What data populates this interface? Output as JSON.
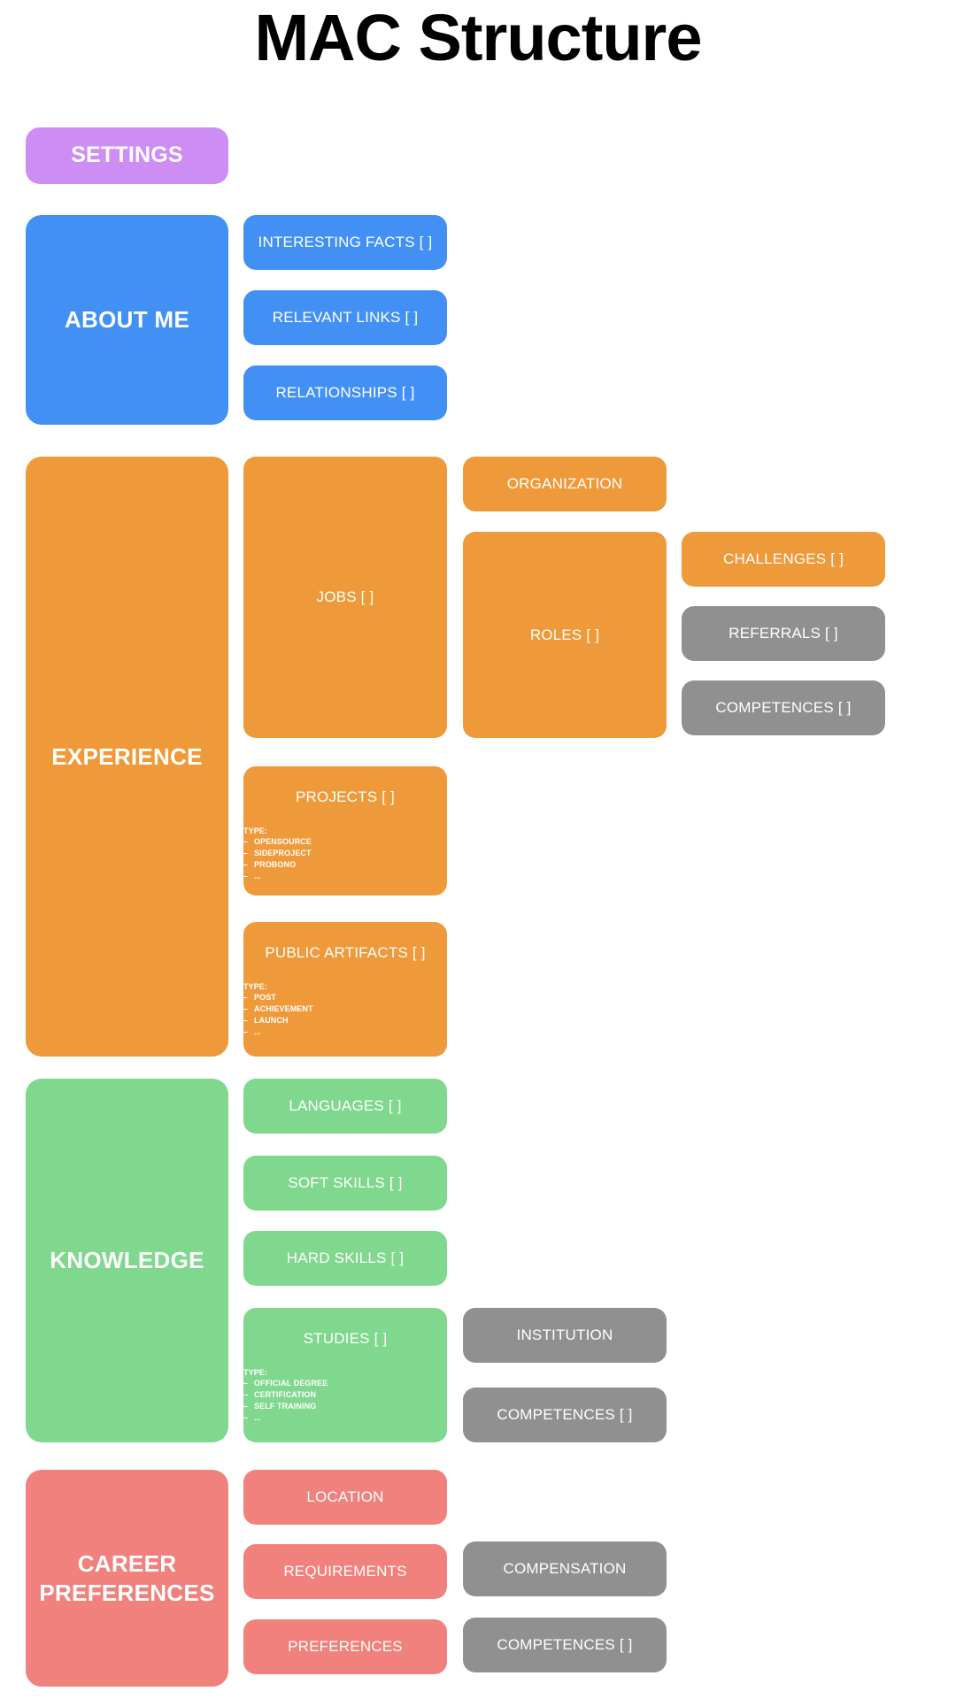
{
  "title": "MAC Structure",
  "colors": {
    "settings": "#ce8cf5",
    "about_me": "#4390f5",
    "experience": "#ef9a3a",
    "knowledge": "#80d78e",
    "career_preferences": "#f0817c",
    "shared": "#909090",
    "background": "#ffffff",
    "text": "#ffffff",
    "title_text": "#000000"
  },
  "settings": {
    "label": "SETTINGS"
  },
  "about_me": {
    "label": "ABOUT ME",
    "children": [
      {
        "label": "INTERESTING FACTS [ ]"
      },
      {
        "label": "RELEVANT LINKS [ ]"
      },
      {
        "label": "RELATIONSHIPS [ ]"
      }
    ]
  },
  "experience": {
    "label": "EXPERIENCE",
    "jobs": {
      "label": "JOBS [ ]"
    },
    "organization": {
      "label": "ORGANIZATION"
    },
    "roles": {
      "label": "ROLES [ ]"
    },
    "challenges": {
      "label": "CHALLENGES [ ]"
    },
    "referrals": {
      "label": "REFERRALS [ ]"
    },
    "competences": {
      "label": "COMPETENCES [ ]"
    },
    "projects": {
      "label": "PROJECTS [ ]",
      "type_head": "TYPE:",
      "types": [
        "OPENSOURCE",
        "SIDEPROJECT",
        "PROBONO",
        "..."
      ]
    },
    "public_artifacts": {
      "label": "PUBLIC ARTIFACTS [ ]",
      "type_head": "TYPE:",
      "types": [
        "POST",
        "ACHIEVEMENT",
        "LAUNCH",
        "..."
      ]
    }
  },
  "knowledge": {
    "label": "KNOWLEDGE",
    "languages": {
      "label": "LANGUAGES [ ]"
    },
    "soft_skills": {
      "label": "SOFT SKILLS [ ]"
    },
    "hard_skills": {
      "label": "HARD SKILLS [ ]"
    },
    "studies": {
      "label": "STUDIES [ ]",
      "type_head": "TYPE:",
      "types": [
        "OFFICIAL DEGREE",
        "CERTIFICATION",
        "SELF TRAINING",
        "..."
      ]
    },
    "institution": {
      "label": "INSTITUTION"
    },
    "competences": {
      "label": "COMPETENCES [ ]"
    }
  },
  "career_preferences": {
    "label": "CAREER PREFERENCES",
    "location": {
      "label": "LOCATION"
    },
    "requirements": {
      "label": "REQUIREMENTS"
    },
    "preferences": {
      "label": "PREFERENCES"
    },
    "compensation": {
      "label": "COMPENSATION"
    },
    "competences": {
      "label": "COMPETENCES [ ]"
    }
  }
}
